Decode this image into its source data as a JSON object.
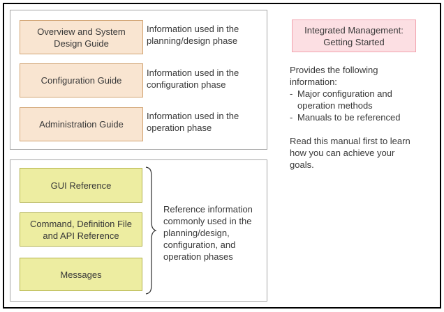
{
  "colors": {
    "peach_fill": "#F9E5D1",
    "peach_border": "#D2A473",
    "yellow_fill": "#EDEDA1",
    "yellow_border": "#B1B149",
    "pink_fill": "#FCDFE3",
    "pink_border": "#F2A2AE",
    "container_border": "#A6A6A6",
    "frame_border": "#000000",
    "text": "#383838"
  },
  "phase_manuals": {
    "items": [
      {
        "label": [
          "Overview and System",
          "Design Guide"
        ],
        "description": [
          "Information used in the",
          "planning/design phase"
        ]
      },
      {
        "label": [
          "Configuration Guide"
        ],
        "description": [
          "Information used in the",
          "configuration phase"
        ]
      },
      {
        "label": [
          "Administration Guide"
        ],
        "description": [
          "Information used in the",
          "operation phase"
        ]
      }
    ]
  },
  "reference_manuals": {
    "items": [
      {
        "label": [
          "GUI Reference"
        ]
      },
      {
        "label": [
          "Command, Definition File",
          "and API Reference"
        ]
      },
      {
        "label": [
          "Messages"
        ]
      }
    ],
    "brace_note": [
      "Reference information",
      "commonly used in the",
      "planning/design,",
      "configuration, and",
      "operation phases"
    ]
  },
  "getting_started": {
    "title": [
      "Integrated Management:",
      "Getting Started"
    ],
    "intro": [
      "Provides the following",
      "information:"
    ],
    "bullets": [
      {
        "dash": "-",
        "text": [
          "Major configuration and",
          "operation methods"
        ]
      },
      {
        "dash": "-",
        "text": [
          "Manuals to be referenced"
        ]
      }
    ],
    "note": [
      "Read this manual first to learn",
      "how you can achieve your",
      "goals."
    ]
  }
}
